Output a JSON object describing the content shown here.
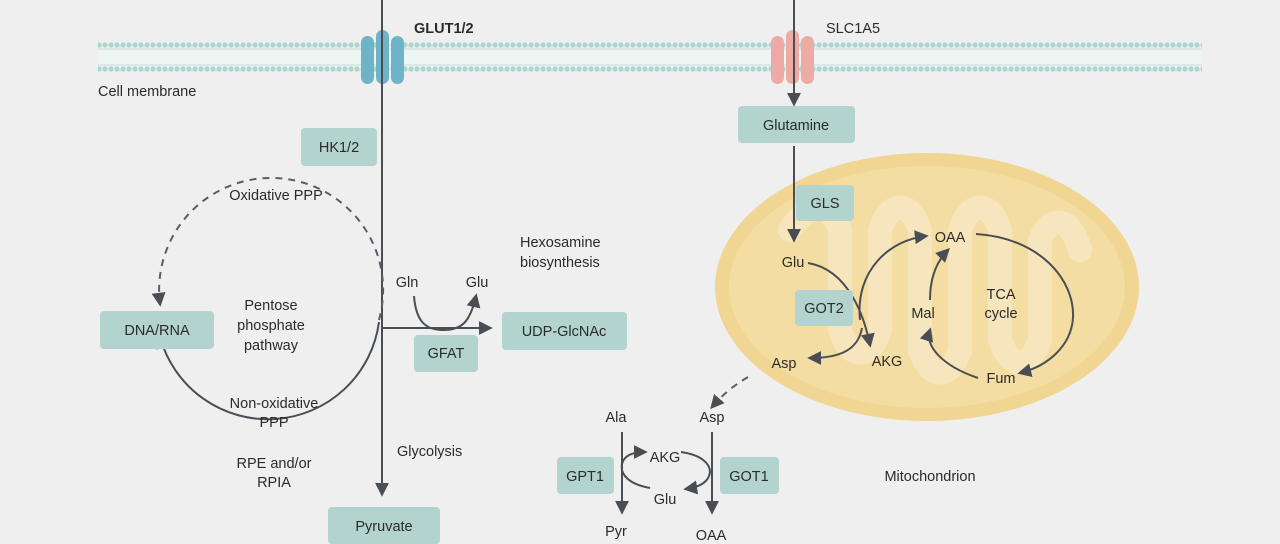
{
  "labels": {
    "glut": "GLUT1/2",
    "slc": "SLC1A5",
    "cell_membrane": "Cell membrane",
    "oxidative_ppp": "Oxidative PPP",
    "ppp_line1": "Pentose",
    "ppp_line2": "phosphate",
    "ppp_line3": "pathway",
    "nonox_line1": "Non-oxidative",
    "nonox_line2": "PPP",
    "rpe_line1": "RPE and/or",
    "rpe_line2": "RPIA",
    "hexo_line1": "Hexosamine",
    "hexo_line2": "biosynthesis",
    "gln": "Gln",
    "glu_hexo": "Glu",
    "glycolysis": "Glycolysis",
    "glu_mito": "Glu",
    "asp_mito": "Asp",
    "akg_mito": "AKG",
    "oaa_tca": "OAA",
    "mal": "Mal",
    "fum": "Fum",
    "tca_line1": "TCA",
    "tca_line2": "cycle",
    "ala": "Ala",
    "pyr": "Pyr",
    "akg_cyto": "AKG",
    "glu_cyto": "Glu",
    "asp_cyto": "Asp",
    "oaa_cyto": "OAA",
    "mitochondrion": "Mitochondrion"
  },
  "boxes": {
    "hk": "HK1/2",
    "dna_rna": "DNA/RNA",
    "gfat": "GFAT",
    "udp": "UDP-GlcNAc",
    "pyruvate": "Pyruvate",
    "glutamine": "Glutamine",
    "gls": "GLS",
    "got2": "GOT2",
    "gpt1": "GPT1",
    "got1": "GOT1"
  },
  "colors": {
    "background": "#efefef",
    "membrane": "#a9d6cf",
    "glut_transporter": "#6fb3c8",
    "slc_transporter": "#eeaaa4",
    "enzyme_box": "#b3d3cf",
    "mitochondrion_outer": "#f1d592",
    "mitochondrion_inner": "#f5e0b0",
    "arrow": "#4a4e52"
  }
}
